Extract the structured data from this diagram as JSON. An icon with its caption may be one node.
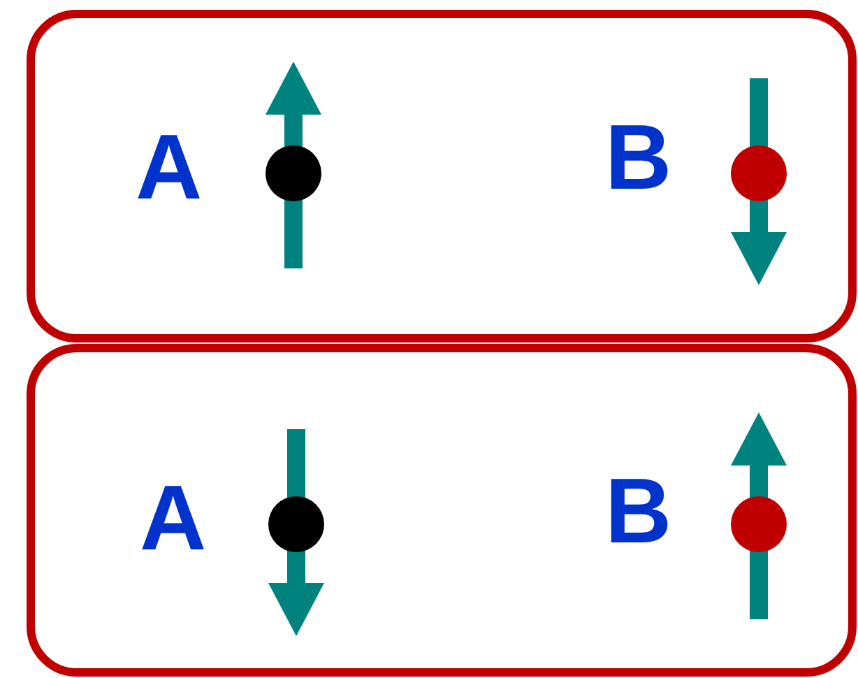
{
  "diagram": {
    "nodes": [
      {
        "text": [
          "A",
          "B"
        ]
      },
      {
        "text": [
          "A",
          "B"
        ]
      }
    ]
  }
}
